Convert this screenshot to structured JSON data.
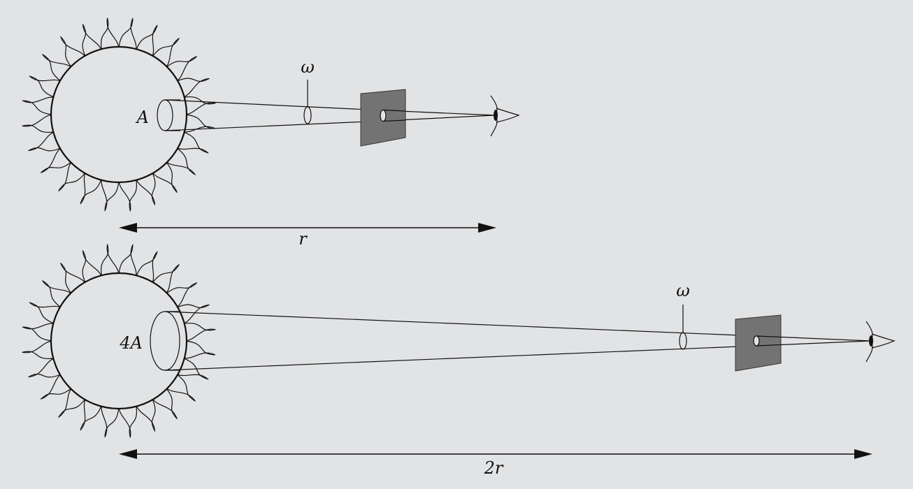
{
  "panels": [
    {
      "area_label": "A",
      "angle_label": "ω",
      "distance_label": "r"
    },
    {
      "area_label": "4A",
      "angle_label": "ω",
      "distance_label": "2r"
    }
  ]
}
